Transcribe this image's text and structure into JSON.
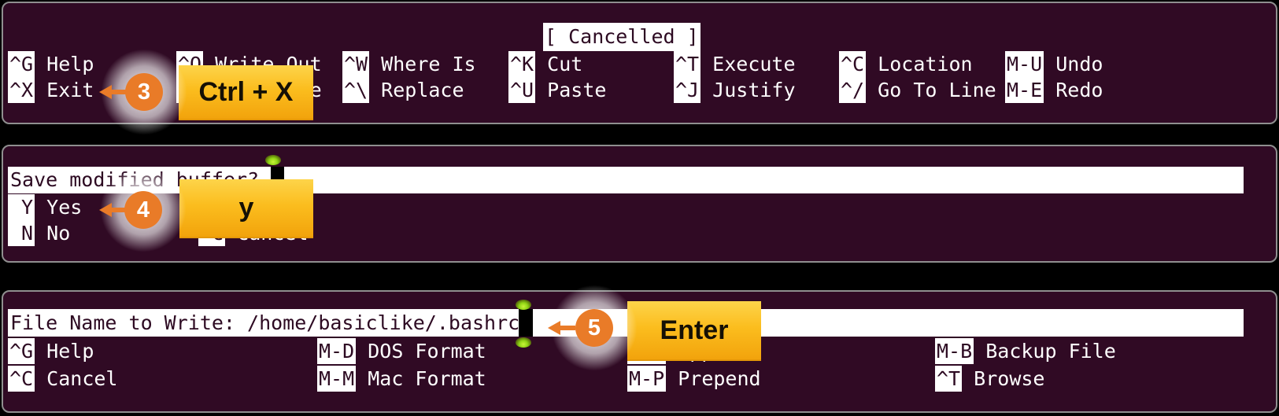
{
  "colors": {
    "background": "#000000",
    "terminal_bg": "#300a24",
    "panel_border": "#8f8f8f",
    "bar_bg": "#ffffff",
    "bar_text": "#2d0a22",
    "text": "#ffffff",
    "badge_gradient_top": "#fdd44a",
    "badge_gradient_bottom": "#f2a30c",
    "annotation_orange": "#e97b28",
    "marker_green": "#8fd414"
  },
  "top_panel": {
    "status_message": "[ Cancelled ]",
    "row1": [
      {
        "key": "^G",
        "label": "Help"
      },
      {
        "key": "^O",
        "label": "Write Out"
      },
      {
        "key": "^W",
        "label": "Where Is"
      },
      {
        "key": "^K",
        "label": "Cut"
      },
      {
        "key": "^T",
        "label": "Execute"
      },
      {
        "key": "^C",
        "label": "Location"
      },
      {
        "key": "M-U",
        "label": "Undo"
      }
    ],
    "row2": [
      {
        "key": "^X",
        "label": "Exit"
      },
      {
        "key": "^R",
        "label": "Read File"
      },
      {
        "key": "^\\",
        "label": "Replace"
      },
      {
        "key": "^U",
        "label": "Paste"
      },
      {
        "key": "^J",
        "label": "Justify"
      },
      {
        "key": "^/",
        "label": "Go To Line"
      },
      {
        "key": "M-E",
        "label": "Redo"
      }
    ],
    "annotation": {
      "step": "3",
      "keystroke": "Ctrl + X"
    }
  },
  "save_panel": {
    "prompt": "Save modified buffer?",
    "option_yes": {
      "key": " Y",
      "label": "Yes"
    },
    "option_no": {
      "key": " N",
      "label": "No"
    },
    "option_cancel": {
      "key": "^C",
      "label": "Cancel"
    },
    "annotation": {
      "step": "4",
      "keystroke": "y"
    }
  },
  "filename_panel": {
    "prompt": "File Name to Write: /home/basiclike/.bashrc",
    "row1": [
      {
        "key": "^G",
        "label": "Help"
      },
      {
        "key": "M-D",
        "label": "DOS Format"
      },
      {
        "key": "M-A",
        "label": "Append"
      },
      {
        "key": "M-B",
        "label": "Backup File"
      }
    ],
    "row2": [
      {
        "key": "^C",
        "label": "Cancel"
      },
      {
        "key": "M-M",
        "label": "Mac Format"
      },
      {
        "key": "M-P",
        "label": "Prepend"
      },
      {
        "key": "^T",
        "label": "Browse"
      }
    ],
    "annotation": {
      "step": "5",
      "keystroke": "Enter"
    }
  }
}
